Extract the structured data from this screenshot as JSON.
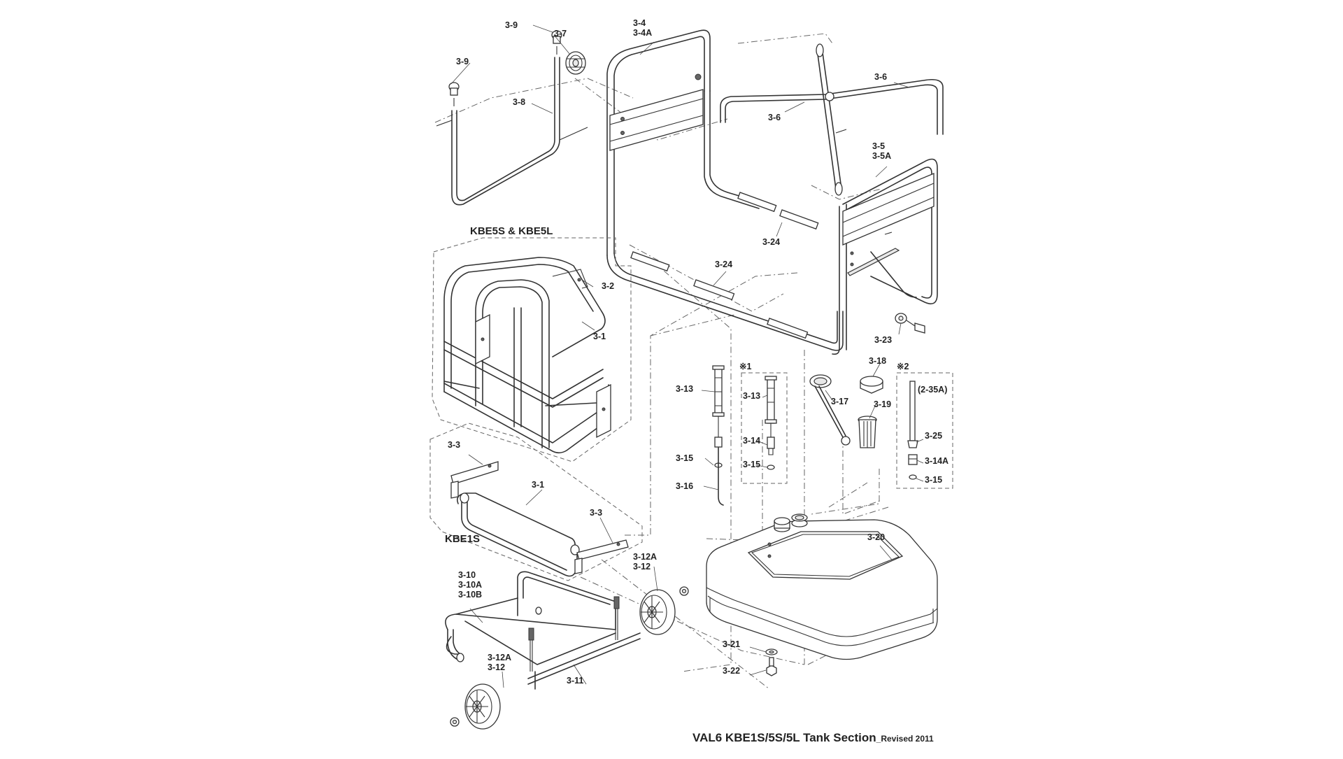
{
  "title": {
    "main": "VAL6 KBE1S/5S/5L Tank Section",
    "suffix": "_Revised 2011"
  },
  "groups": {
    "kbe5s": "KBE5S & KBE5L",
    "kbe1s": "KBE1S",
    "note1": "※1",
    "note2": "※2"
  },
  "parts": {
    "p3_1_a": "3-1",
    "p3_1_b": "3-1",
    "p3_2": "3-2",
    "p3_3_a": "3-3",
    "p3_3_b": "3-3",
    "p3_4": "3-4",
    "p3_4A": "3-4A",
    "p3_5": "3-5",
    "p3_5A": "3-5A",
    "p3_6_a": "3-6",
    "p3_6_b": "3-6",
    "p3_7": "3-7",
    "p3_8": "3-8",
    "p3_9_a": "3-9",
    "p3_9_b": "3-9",
    "p3_10": "3-10",
    "p3_10A": "3-10A",
    "p3_10B": "3-10B",
    "p3_11": "3-11",
    "p3_12_a": "3-12",
    "p3_12A_a": "3-12A",
    "p3_12_b": "3-12",
    "p3_12A_b": "3-12A",
    "p3_13_a": "3-13",
    "p3_13_b": "3-13",
    "p3_14": "3-14",
    "p3_14A": "3-14A",
    "p3_15_a": "3-15",
    "p3_15_b": "3-15",
    "p3_15_c": "3-15",
    "p3_16": "3-16",
    "p3_17": "3-17",
    "p3_18": "3-18",
    "p3_19": "3-19",
    "p3_20": "3-20",
    "p3_21": "3-21",
    "p3_22": "3-22",
    "p3_23": "3-23",
    "p3_24_a": "3-24",
    "p3_24_b": "3-24",
    "p3_25": "3-25",
    "p2_35A": "(2-35A)"
  }
}
